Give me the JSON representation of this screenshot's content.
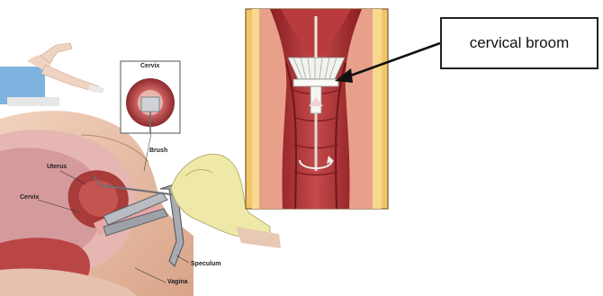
{
  "callout": {
    "text": "cervical broom"
  },
  "illustration_labels": {
    "cervix_inset": "Cervix",
    "brush": "Brush",
    "uterus": "Uterus",
    "cervix": "Cervix",
    "speculum": "Speculum",
    "vagina": "Vagina"
  }
}
